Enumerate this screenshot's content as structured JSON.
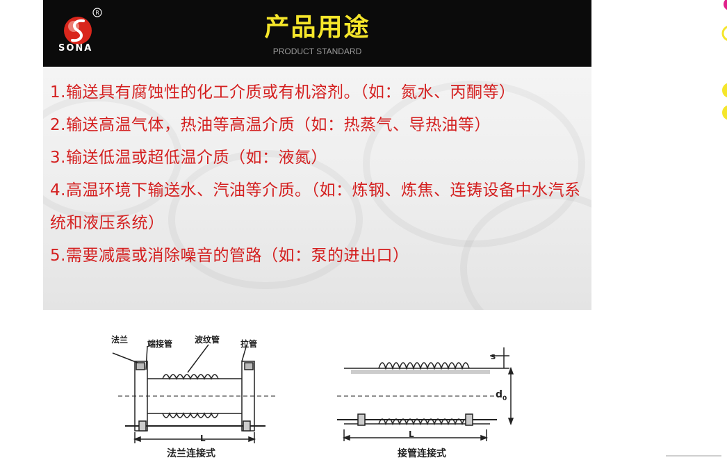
{
  "brand": {
    "name": "SONA",
    "registered": "R"
  },
  "header": {
    "title": "产品用途",
    "subtitle": "PRODUCT STANDARD"
  },
  "uses": [
    "1.输送具有腐蚀性的化工介质或有机溶剂。（如：氮水、丙酮等）",
    "2.输送高温气体，热油等高温介质（如：热蒸气、导热油等）",
    "3.输送低温或超低温介质（如：液氮）",
    "4.高温环境下输送水、汽油等介质。（如：炼钢、炼焦、连铸设备中水汽系统和液压系统）",
    "5.需要减震或消除噪音的管路（如：泵的进出口）"
  ],
  "diagram_flange": {
    "label_flange": "法兰",
    "label_end_pipe": "端接管",
    "label_bellows": "波纹管",
    "label_tie_rod": "拉管",
    "label_length": "L",
    "caption": "法兰连接式"
  },
  "diagram_pipe": {
    "label_s": "s",
    "label_d": "d",
    "label_d_sub": "0",
    "label_length": "L",
    "caption": "接管连接式"
  },
  "colors": {
    "accent_text": "#d42020",
    "title_yellow": "#f5e62a",
    "header_bg": "#0b0b0b"
  }
}
